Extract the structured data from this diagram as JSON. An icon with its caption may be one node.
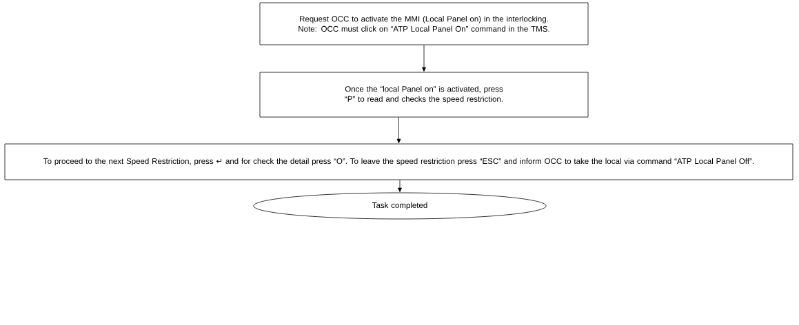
{
  "diagram": {
    "nodes": [
      {
        "text": [
          "Request OCC to activate the MMI (Local Panel on) in the interlocking.",
          "Note: OCC must click on “ATP Local Panel On” command in the TMS."
        ]
      },
      {
        "text": [
          "Once the “local Panel on” is activated, press “P” to read and checks the speed restriction."
        ]
      },
      {
        "text": [
          "To proceed to the next Speed Restriction, press ↵ and for check the detail press “O”. To leave the speed restriction press “ESC” and inform OCC to take the local via command “ATP Local Panel Off”."
        ]
      },
      {
        "text": [
          "Task completed"
        ]
      }
    ],
    "edges": [
      {
        "from": 0,
        "to": 1,
        "arrow": "to"
      },
      {
        "from": 1,
        "to": 2,
        "arrow": "to"
      },
      {
        "from": 2,
        "to": 3,
        "arrow": "to"
      }
    ]
  }
}
